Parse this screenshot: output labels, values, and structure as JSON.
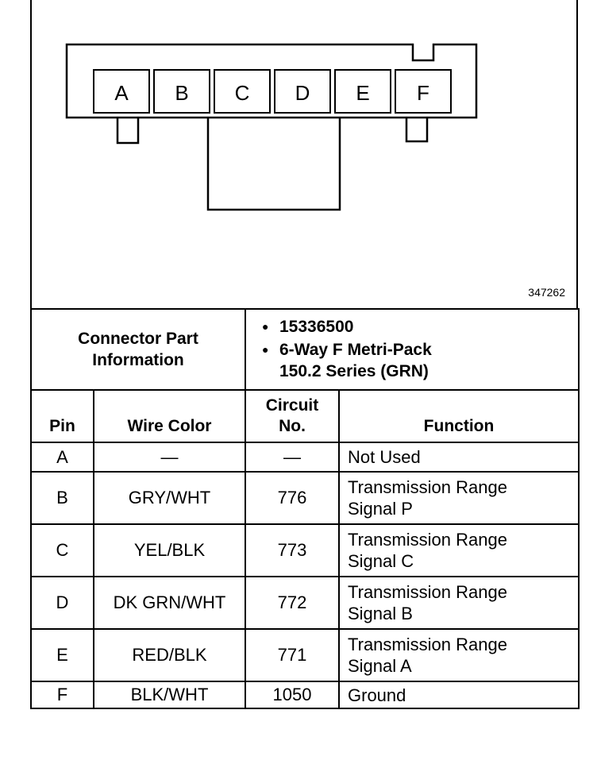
{
  "diagram": {
    "figure_id": "347262",
    "pins": [
      "A",
      "B",
      "C",
      "D",
      "E",
      "F"
    ]
  },
  "connector_info": {
    "label_line1": "Connector Part",
    "label_line2": "Information",
    "part_number": "15336500",
    "description_line1": "6-Way F Metri-Pack",
    "description_line2": "150.2 Series (GRN)"
  },
  "table": {
    "headers": {
      "pin": "Pin",
      "wire_color": "Wire Color",
      "circuit_line1": "Circuit",
      "circuit_line2": "No.",
      "function": "Function"
    },
    "rows": [
      {
        "pin": "A",
        "wire_color": "—",
        "circuit": "—",
        "function_line1": "Not Used",
        "function_line2": ""
      },
      {
        "pin": "B",
        "wire_color": "GRY/WHT",
        "circuit": "776",
        "function_line1": "Transmission Range",
        "function_line2": "Signal P"
      },
      {
        "pin": "C",
        "wire_color": "YEL/BLK",
        "circuit": "773",
        "function_line1": "Transmission Range",
        "function_line2": "Signal C"
      },
      {
        "pin": "D",
        "wire_color": "DK GRN/WHT",
        "circuit": "772",
        "function_line1": "Transmission Range",
        "function_line2": "Signal B"
      },
      {
        "pin": "E",
        "wire_color": "RED/BLK",
        "circuit": "771",
        "function_line1": "Transmission Range",
        "function_line2": "Signal A"
      },
      {
        "pin": "F",
        "wire_color": "BLK/WHT",
        "circuit": "1050",
        "function_line1": "Ground",
        "function_line2": ""
      }
    ]
  }
}
